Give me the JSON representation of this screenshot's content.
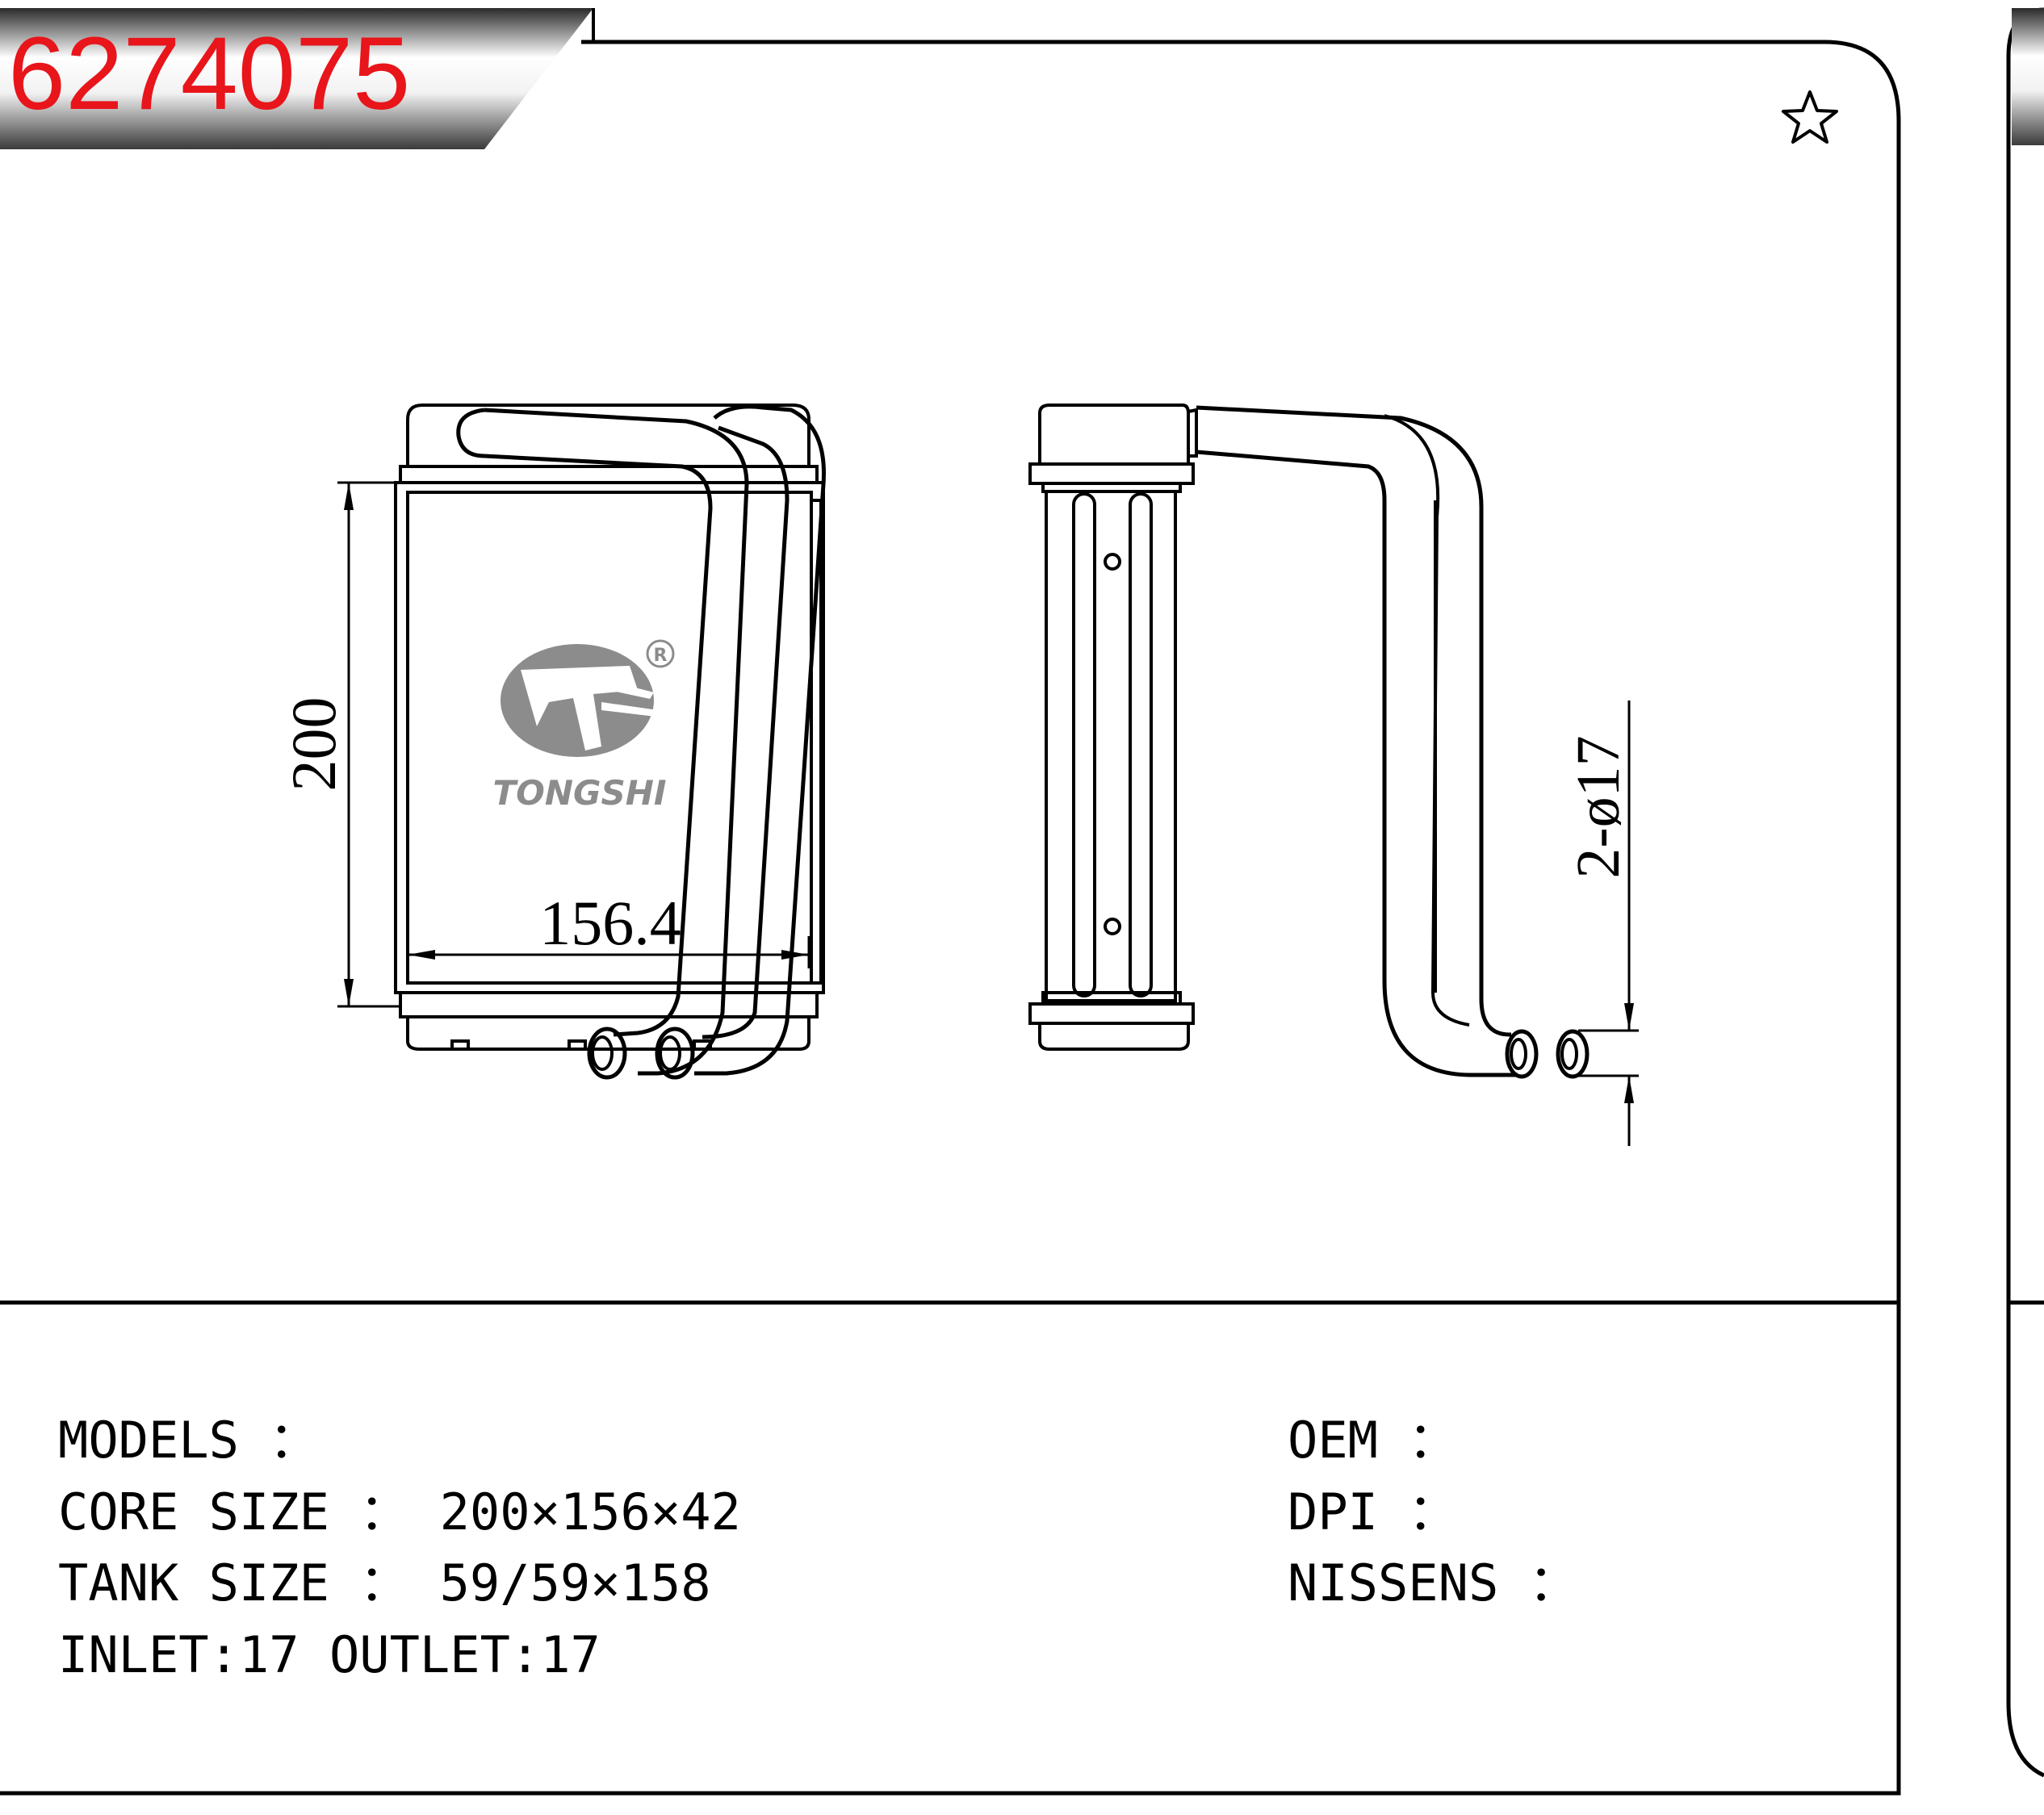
{
  "header": {
    "part_number": "6274075",
    "part_number_color": "#e8151b"
  },
  "favorite": {
    "icon": "star-outline-icon"
  },
  "drawing": {
    "dim_height": "200",
    "dim_width": "156.4",
    "dim_pipe": "2-ø17"
  },
  "logo": {
    "brand": "TONGSHI",
    "registered_mark": "R"
  },
  "specs": {
    "models": "MODELS ：",
    "core_size": "CORE SIZE ： 200×156×42",
    "tank_size": "TANK SIZE ： 59/59×158",
    "inlet_outlet": "INLET:17 OUTLET:17",
    "oem": "OEM ：",
    "dpi": "DPI ：",
    "nissens": "NISSENS ："
  }
}
